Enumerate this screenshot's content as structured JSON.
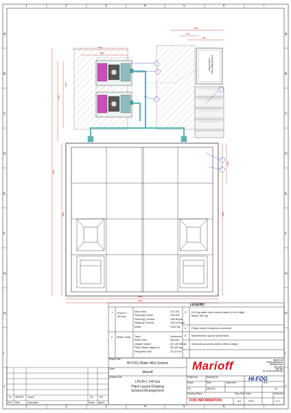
{
  "grid": {
    "cols": [
      "1",
      "2",
      "3",
      "4",
      "5",
      "6",
      "7"
    ],
    "rows": [
      "A",
      "B",
      "C",
      "D",
      "E",
      "F",
      "G",
      "H",
      "I",
      "J"
    ]
  },
  "dimensions": {
    "top1": "1250",
    "top2": "510",
    "top3": "300",
    "top4": "2130",
    "top5": "800",
    "v1": "1750",
    "v2": "2370",
    "v3": "4870",
    "v4": "1250",
    "v5": "4000",
    "v6": "4000",
    "b1": "4000",
    "b2": "4000"
  },
  "callouts": [
    "1",
    "2",
    "3",
    "4",
    "5",
    "6"
  ],
  "panel_label": "HI-FOG Water Mist\nControl Panel",
  "legend": {
    "title": "LEGEND",
    "rows": [
      {
        "num": "1",
        "name": "LPU4+1\n140 bar",
        "keys": [
          "Max Flow",
          "Running Power",
          "Running Current",
          "Starting Current",
          "Mass"
        ],
        "vals": [
          "372 l/m",
          "105 kW",
          "196 Amps",
          "196.6 Amps",
          "1312 kg"
        ]
      },
      {
        "num": "2",
        "name": "Water Tank",
        "keys": [
          "Type",
          "Build Size",
          "Usable Water",
          "Filled Mass (approx.)",
          "Required Infill"
        ],
        "vals": [
          "Sectional",
          "4mx3m",
          "25,120 litres",
          "35,400 kg",
          "22.22 l/m"
        ]
      }
    ],
    "right": [
      {
        "num": "3",
        "text": "Hi-Fog water mist control panel (2.0m High)\nMass: 500 kg"
      },
      {
        "num": "4",
        "text": "Pump motor frequency converter"
      },
      {
        "num": "5",
        "text": "Maintenance space (minimum)"
      },
      {
        "num": "6",
        "text": "Optional concrete plinth (100mm high)"
      }
    ]
  },
  "titleblock": {
    "project_title_label": "Project Title",
    "project_title": "HI-FOG Water Mist System",
    "client_label": "Client",
    "client": "Marioff",
    "drawing_title_label": "Drawing Title",
    "drawing_title": "LPU4+1 140 bar\nPlant Layout Drawing\nGeneral Arrangement",
    "logo": "Marioff",
    "address": "Marioff Ltd\n20 Bell Ridge Road\nHillingdon Park\nStoneyard\nUB9 4XX\nTel +44 (0) 1403 000 000",
    "hifog": "HI-FOG",
    "proj_no_label": "Project No.",
    "drawing_no_label": "Drawing No.",
    "drawn_label": "Drawn",
    "date_label": "Date",
    "approved_label": "Approved",
    "rev_label": "Rev.",
    "drawn": "GH",
    "date": "05/03/22",
    "rev": "01",
    "status_label": "Drawing Status",
    "status": "FOR INFORMATION",
    "size_label": "Dwg. Size",
    "size": "A4",
    "scale_label": "Scale",
    "scale": "NTS",
    "sheet_label": "Sheet No.",
    "sheet": "1 of 1"
  },
  "revision": {
    "headers": [
      "Rev",
      "Date",
      "Description",
      "Drawn",
      "Appr'd"
    ],
    "row": [
      "01",
      "05/03/22",
      "Issued",
      "GH",
      "DN"
    ]
  }
}
